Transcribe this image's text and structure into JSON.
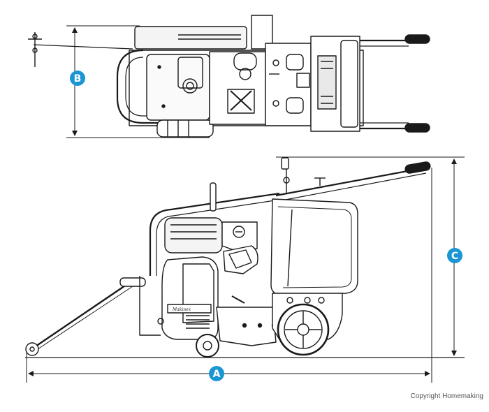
{
  "badges": {
    "a": "A",
    "b": "B",
    "c": "C"
  },
  "brand_plate": "Makinex",
  "copyright": "Copyright Homemaking",
  "colors": {
    "badge": "#1a96d4",
    "line": "#1a1a1a",
    "fill_light": "#f2f2f2",
    "fill_mid": "#e0e0e0"
  }
}
